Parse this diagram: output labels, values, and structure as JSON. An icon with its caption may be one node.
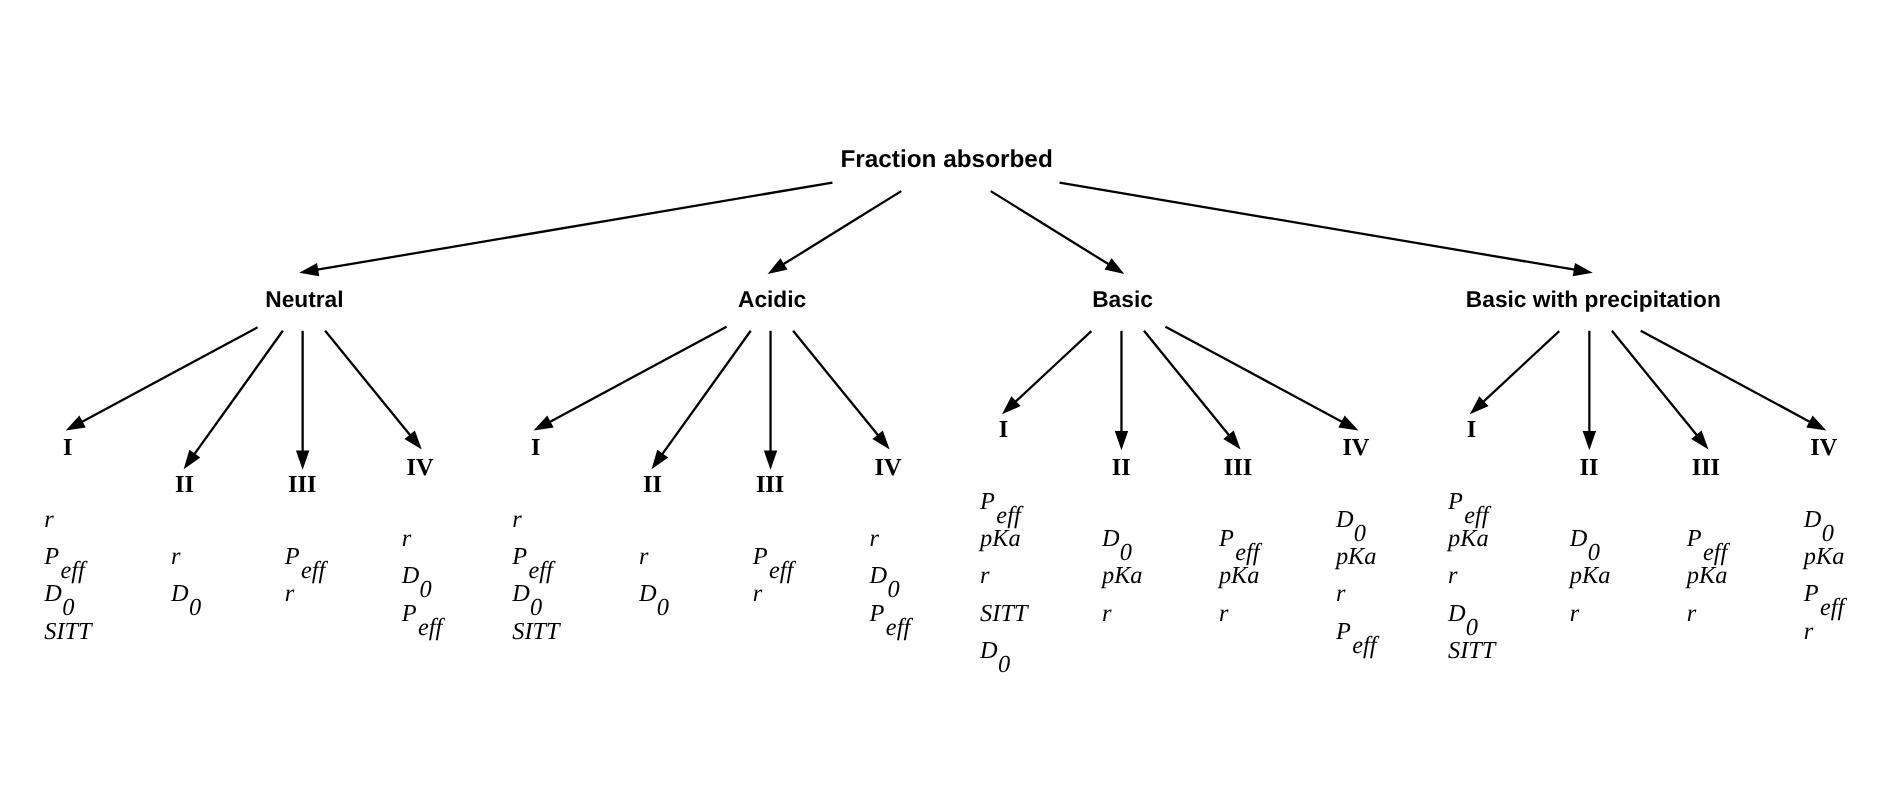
{
  "diagram": {
    "nodes": [
      {
        "text": [
          "Fraction absorbed"
        ]
      },
      {
        "text": [
          "Neutral"
        ]
      },
      {
        "text": [
          "I"
        ],
        "beside": [
          "r",
          "P$_{eff}$",
          "D$_{0}$",
          "SITT"
        ]
      },
      {
        "text": [
          "II"
        ],
        "beside": [
          "r",
          "D$_{0}$"
        ]
      },
      {
        "text": [
          "III"
        ],
        "beside": [
          "P$_{eff}$",
          "r"
        ]
      },
      {
        "text": [
          "IV"
        ],
        "beside": [
          "r",
          "D$_{0}$",
          "P$_{eff}$"
        ]
      },
      {
        "text": [
          "Acidic"
        ]
      },
      {
        "text": [
          "I"
        ],
        "beside": [
          "r",
          "P$_{eff}$",
          "D$_{0}$",
          "SITT"
        ]
      },
      {
        "text": [
          "II"
        ],
        "beside": [
          "r",
          "D$_{0}$"
        ]
      },
      {
        "text": [
          "III"
        ],
        "beside": [
          "P$_{eff}$",
          "r"
        ]
      },
      {
        "text": [
          "IV"
        ],
        "beside": [
          "r",
          "D$_{0}$",
          "P$_{eff}$"
        ]
      },
      {
        "text": [
          "Basic"
        ]
      },
      {
        "text": [
          "I"
        ],
        "beside": [
          "P$_{eff}$",
          "pKa",
          "r",
          "SITT",
          "D$_{0}$"
        ]
      },
      {
        "text": [
          "II"
        ],
        "beside": [
          "D$_{0}$",
          "pKa",
          "r"
        ]
      },
      {
        "text": [
          "III"
        ],
        "beside": [
          "P$_{eff}$",
          "pKa",
          "r"
        ]
      },
      {
        "text": [
          "IV"
        ],
        "beside": [
          "D$_{0}$",
          "pKa",
          "r",
          "P$_{eff}$"
        ]
      },
      {
        "text": [
          "Basic with precipitation"
        ]
      },
      {
        "text": [
          "I"
        ],
        "beside": [
          "P$_{eff}$",
          "pKa",
          "r",
          "D$_{0}$",
          "SITT"
        ]
      },
      {
        "text": [
          "II"
        ],
        "beside": [
          "D$_{0}$",
          "pKa",
          "r"
        ]
      },
      {
        "text": [
          "III"
        ],
        "beside": [
          "P$_{eff}$",
          "pKa",
          "r"
        ]
      },
      {
        "text": [
          "IV"
        ],
        "beside": [
          "D$_{0}$",
          "pKa",
          "P$_{eff}$",
          "r"
        ]
      }
    ],
    "edges": [
      {
        "from": 0,
        "to": 1,
        "arrow": "to"
      },
      {
        "from": 0,
        "to": 6,
        "arrow": "to"
      },
      {
        "from": 0,
        "to": 11,
        "arrow": "to"
      },
      {
        "from": 0,
        "to": 16,
        "arrow": "to"
      },
      {
        "from": 1,
        "to": 2,
        "arrow": "to"
      },
      {
        "from": 1,
        "to": 3,
        "arrow": "to"
      },
      {
        "from": 1,
        "to": 4,
        "arrow": "to"
      },
      {
        "from": 1,
        "to": 5,
        "arrow": "to"
      },
      {
        "from": 6,
        "to": 7,
        "arrow": "to"
      },
      {
        "from": 6,
        "to": 8,
        "arrow": "to"
      },
      {
        "from": 6,
        "to": 9,
        "arrow": "to"
      },
      {
        "from": 6,
        "to": 10,
        "arrow": "to"
      },
      {
        "from": 11,
        "to": 12,
        "arrow": "to"
      },
      {
        "from": 11,
        "to": 13,
        "arrow": "to"
      },
      {
        "from": 11,
        "to": 14,
        "arrow": "to"
      },
      {
        "from": 11,
        "to": 15,
        "arrow": "to"
      },
      {
        "from": 16,
        "to": 17,
        "arrow": "to"
      },
      {
        "from": 16,
        "to": 18,
        "arrow": "to"
      },
      {
        "from": 16,
        "to": 19,
        "arrow": "to"
      },
      {
        "from": 16,
        "to": 20,
        "arrow": "to"
      }
    ]
  }
}
